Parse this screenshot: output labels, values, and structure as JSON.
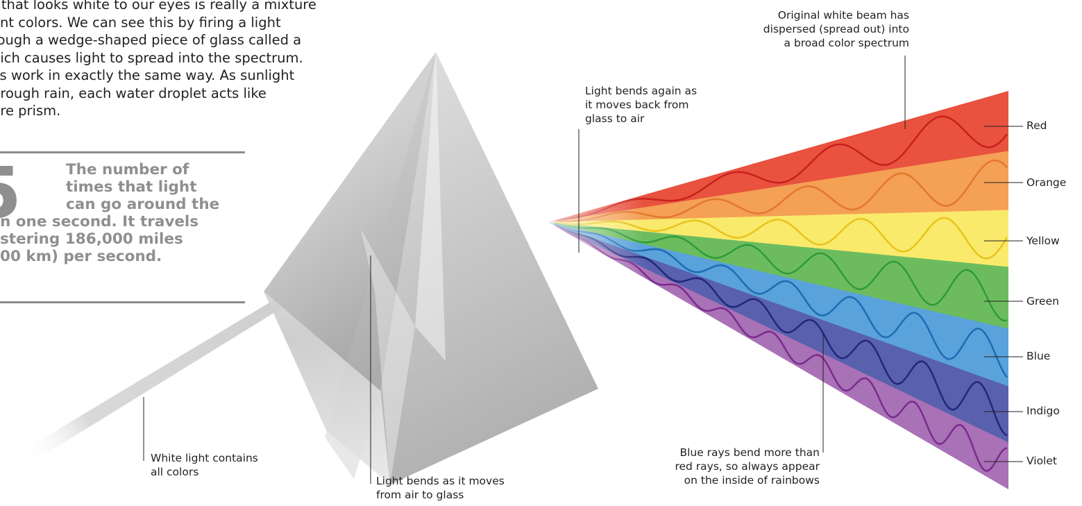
{
  "intro_lines": [
    "t that looks white to our eyes is really a mixture",
    "ent colors. We can see this by firing a light",
    "rough a wedge-shaped piece of glass called a",
    "hich causes light to spread into the spectrum.",
    "ys work in exactly the same way. As sunlight",
    "hrough rain, each water droplet acts like",
    "ure prism."
  ],
  "fact": {
    "number": "5",
    "lines": [
      "The number of",
      "times that light",
      "can go around the",
      "n one second. It travels",
      "stering 186,000 miles",
      "00 km) per second."
    ]
  },
  "annotations": {
    "white_light": [
      "White light contains",
      "all colors"
    ],
    "enter_glass": [
      "Light bends as it moves",
      "from air to glass"
    ],
    "exit_glass": [
      "Light bends again as",
      "it moves back from",
      "glass to air"
    ],
    "dispersed": [
      "Original white beam has",
      "dispersed (spread out) into",
      "a broad color spectrum"
    ],
    "blue_rays": [
      "Blue rays bend more than",
      "red rays, so always appear",
      "on the inside of rainbows"
    ]
  },
  "spectrum": [
    {
      "name": "Red",
      "color": "#e8523e",
      "wave": "#c8201e"
    },
    {
      "name": "Orange",
      "color": "#f4a055",
      "wave": "#e2782a"
    },
    {
      "name": "Yellow",
      "color": "#faea6b",
      "wave": "#e7c31c"
    },
    {
      "name": "Green",
      "color": "#6cbc5e",
      "wave": "#2f9a3c"
    },
    {
      "name": "Blue",
      "color": "#5aa2db",
      "wave": "#1f6bb3"
    },
    {
      "name": "Indigo",
      "color": "#5960ad",
      "wave": "#22277a"
    },
    {
      "name": "Violet",
      "color": "#a971b6",
      "wave": "#7a2b8c"
    }
  ]
}
